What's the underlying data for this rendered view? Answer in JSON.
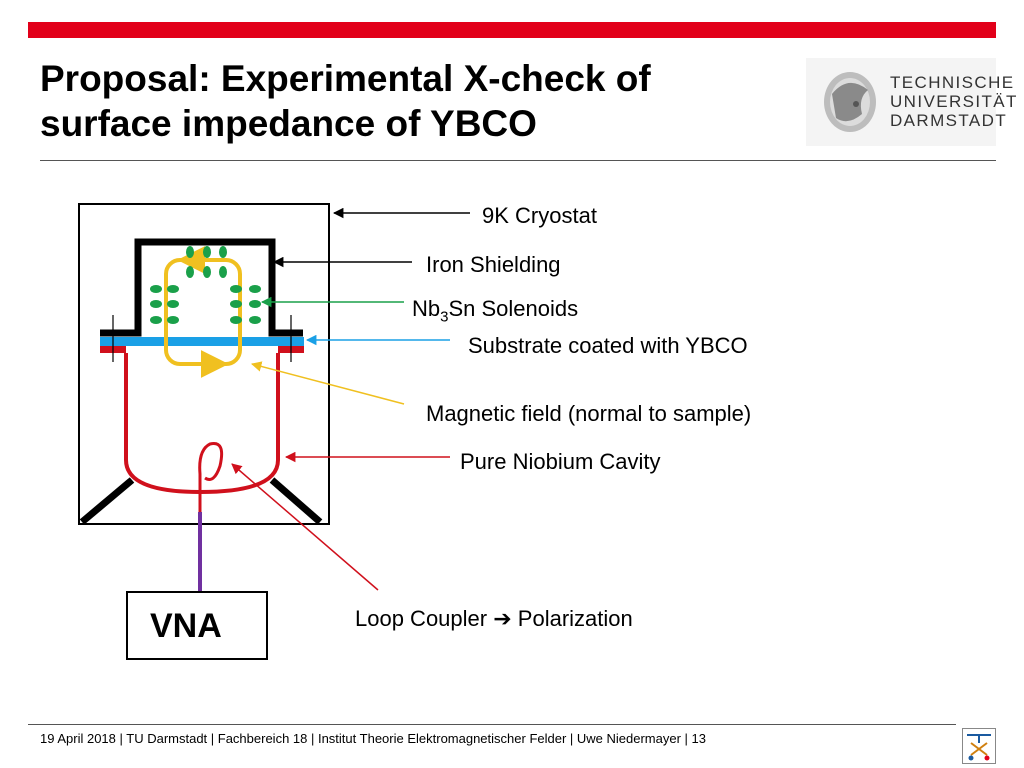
{
  "slide": {
    "title_line1": "Proposal: Experimental X-check of",
    "title_line2": "surface impedance of YBCO"
  },
  "logo": {
    "line1": "TECHNISCHE",
    "line2": "UNIVERSITÄT",
    "line3": "DARMSTADT"
  },
  "labels": {
    "cryostat": "9K Cryostat",
    "iron_shielding": "Iron Shielding",
    "solenoids_prefix": "Nb",
    "solenoids_sub": "3",
    "solenoids_suffix": "Sn Solenoids",
    "substrate": "Substrate coated with YBCO",
    "magnetic_field": "Magnetic field (normal to sample)",
    "niobium_cavity": "Pure Niobium Cavity",
    "loop_coupler_part1": "Loop Coupler",
    "loop_coupler_arrow": "➔",
    "loop_coupler_part2": "Polarization",
    "vna": "VNA"
  },
  "footer": {
    "text": "19 April 2018  |  TU Darmstadt  |  Fachbereich 18  |  Institut Theorie Elektromagnetischer Felder  | Uwe Niedermayer  |  13"
  },
  "colors": {
    "brand_red": "#e2001a",
    "shield_black": "#000000",
    "solenoid_green": "#1aa04a",
    "substrate_blue": "#1aa0e6",
    "field_yellow": "#f0c020",
    "cavity_red": "#d0101c",
    "coupler_purple": "#7030a0"
  }
}
